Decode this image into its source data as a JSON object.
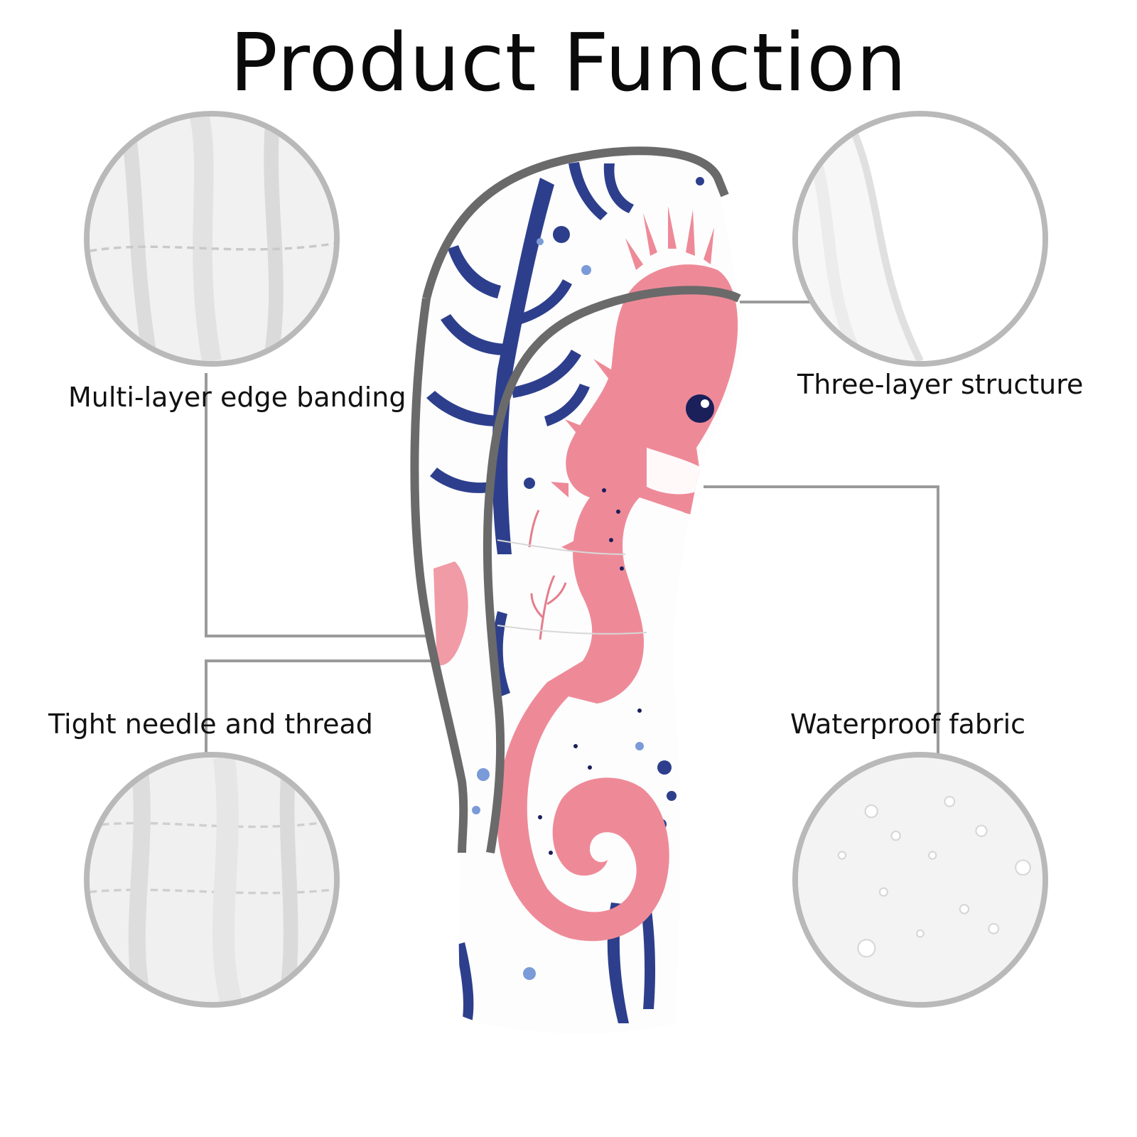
{
  "title": "Product Function",
  "features": {
    "edge_banding": "Multi-layer edge banding",
    "three_layer": "Three-layer structure",
    "needle_thread": "Tight needle and thread",
    "waterproof": "Waterproof fabric"
  },
  "colors": {
    "seahorse_pink": "#ee8a98",
    "coral_navy": "#2d3f8c",
    "bubble_blue": "#7a9ad8",
    "trim_gray": "#6a6a6a",
    "leader_line": "#9a9a9a"
  }
}
